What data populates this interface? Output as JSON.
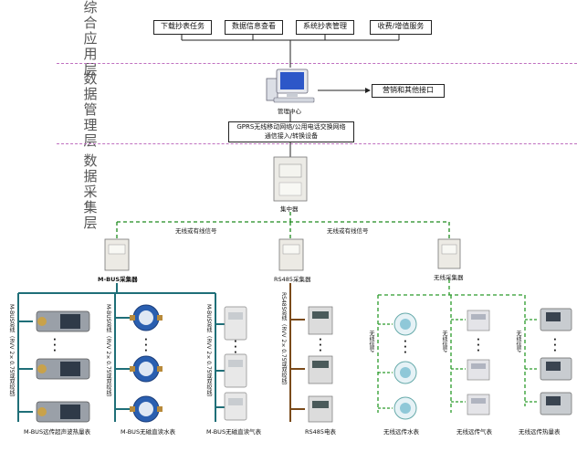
{
  "layers": {
    "app": "综合应用层",
    "data_mgmt": "数据管理层",
    "data_collect": "数据采集层"
  },
  "app_services": [
    "下载抄表任务",
    "数据信息查看",
    "系统抄表管理",
    "收费/增值服务"
  ],
  "management": {
    "center_label": "管理中心",
    "interface_label": "营销和其他接口",
    "network_line1": "GPRS无线移动网络/公用电话交换网络",
    "network_line2": "通信接入/转换设备"
  },
  "concentrator": {
    "label": "集中器"
  },
  "links": {
    "wireless_or_wired_left": "无线或有线信号",
    "wireless_or_wired_right": "无线或有线信号"
  },
  "collectors": {
    "mbus": "M-BUS采集器",
    "rs485": "RS485采集器",
    "wireless": "无线采集器"
  },
  "bus_labels": {
    "mbus_a": "M-BUS总线（RVV 2×0.75或双绞线）",
    "mbus_b": "M-BUS总线（RVV 2×0.75或双绞线）",
    "mbus_c": "M-BUS总线（RVV 2×0.75或双绞线）",
    "rs485": "RS485总线（RVV 2×0.75或双绞线）",
    "wireless_a": "无线信号",
    "wireless_b": "无线信号",
    "wireless_c": "无线信号"
  },
  "devices": {
    "heat_meter": "M-BUS远传超声波热量表",
    "water_meter": "M-BUS无磁直读水表",
    "gas_meter": "M-BUS无磁直读气表",
    "electric_meter": "RS485电表",
    "wireless_water": "无线远传水表",
    "wireless_gas": "无线远传气表",
    "wireless_heat": "无线远传热量表"
  },
  "ellipsis": "·\n·\n·",
  "colors": {
    "layer_sep": "#c070c0",
    "dashed_link": "#1e8a1e",
    "mbus_bus": "#1f6f78",
    "rs485_bus": "#7a4a1a",
    "wireless_bus": "#2a9a2a",
    "meter_blue": "#2a5fb0"
  }
}
